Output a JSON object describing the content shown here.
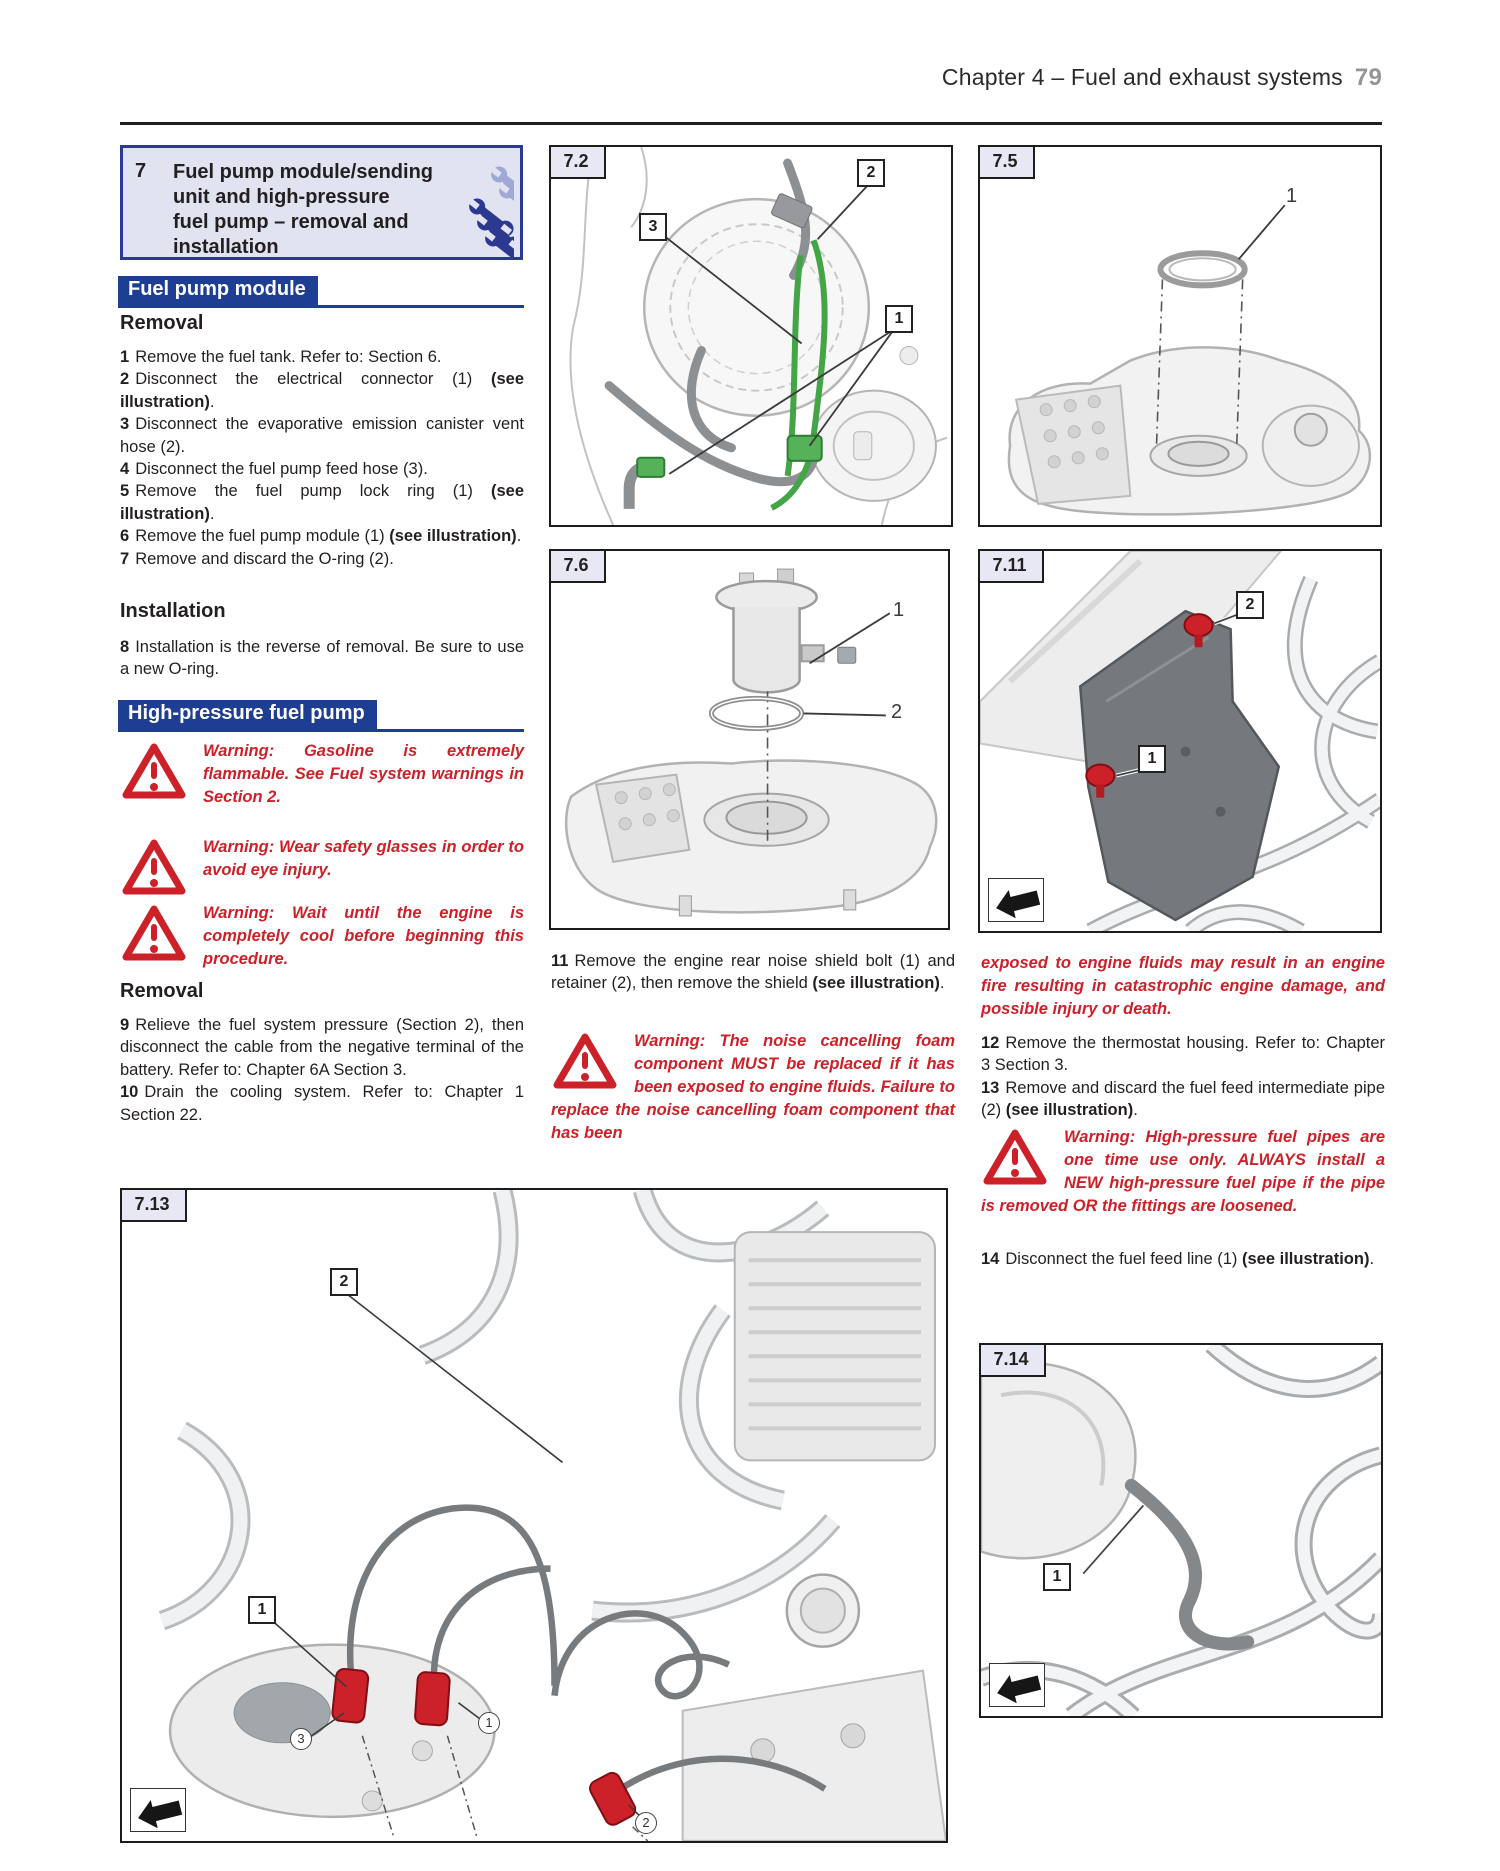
{
  "header": {
    "chapter_title": "Chapter 4 – Fuel and exhaust systems",
    "page_number": "79"
  },
  "section": {
    "number": "7",
    "title_lines": [
      "Fuel pump module/sending",
      "unit and high-pressure",
      "fuel pump – removal and",
      "installation"
    ]
  },
  "bars": {
    "fuel_pump_module": "Fuel pump module",
    "high_pressure_fuel_pump": "High-pressure fuel pump"
  },
  "headings": {
    "removal_1": "Removal",
    "installation": "Installation",
    "removal_2": "Removal"
  },
  "steps": {
    "s1": {
      "num": "1",
      "text": "Remove the fuel tank. Refer to: Section 6."
    },
    "s2": {
      "num": "2",
      "text": "Disconnect the electrical connector (1) ",
      "bold": "(see illustration)",
      "tail": "."
    },
    "s3": {
      "num": "3",
      "text": "Disconnect the evaporative emission canister vent hose (2)."
    },
    "s4": {
      "num": "4",
      "text": "Disconnect the fuel pump feed hose (3)."
    },
    "s5": {
      "num": "5",
      "text": "Remove the fuel pump lock ring (1) ",
      "bold": "(see illustration)",
      "tail": "."
    },
    "s6": {
      "num": "6",
      "text": "Remove the fuel pump module (1) ",
      "bold": "(see illustration)",
      "tail": "."
    },
    "s7": {
      "num": "7",
      "text": "Remove and discard the O-ring (2)."
    },
    "s8": {
      "num": "8",
      "text": "Installation is the reverse of removal. Be sure to use a new O-ring."
    },
    "s9": {
      "num": "9",
      "text": "Relieve the fuel system pressure (Section 2), then disconnect the cable from the negative terminal of the battery. Refer to: Chapter 6A Section 3."
    },
    "s10": {
      "num": "10",
      "text": "Drain the cooling system. Refer to: Chapter 1 Section 22."
    },
    "s11": {
      "num": "11",
      "text": "Remove the engine rear noise shield bolt (1) and retainer (2), then remove the shield ",
      "bold": "(see illustration)",
      "tail": "."
    },
    "s12": {
      "num": "12",
      "text": "Remove the thermostat housing. Refer to: Chapter 3 Section 3."
    },
    "s13": {
      "num": "13",
      "text": "Remove and discard the fuel feed intermediate pipe (2) ",
      "bold": "(see illustration)",
      "tail": "."
    },
    "s14": {
      "num": "14",
      "text": "Disconnect the fuel feed line (1) ",
      "bold": "(see illustration)",
      "tail": "."
    }
  },
  "warnings": {
    "gasoline": "Warning: Gasoline is extremely flammable. See Fuel system warnings in Section 2.",
    "safety_glasses": "Warning: Wear safety glasses in order to avoid eye injury.",
    "engine_cool": "Warning: Wait until the engine is completely cool before beginning this procedure.",
    "noise_foam": "Warning: The noise cancelling foam component MUST be replaced if it has been exposed to engine fluids. Failure to replace the noise cancelling foam component that has been",
    "noise_foam_continued": "exposed to engine fluids may result in an engine fire resulting in catastrophic engine damage, and possible injury or death.",
    "high_pressure_pipes": "Warning: High-pressure fuel pipes are one time use only. ALWAYS install a NEW high-pressure fuel pipe if the pipe is removed OR the fittings are loosened."
  },
  "figures": {
    "f7_2": {
      "label": "7.2",
      "callouts": [
        "2",
        "3",
        "1"
      ]
    },
    "f7_5": {
      "label": "7.5",
      "callouts": [
        "1"
      ]
    },
    "f7_6": {
      "label": "7.6",
      "callouts": [
        "1",
        "2"
      ]
    },
    "f7_11": {
      "label": "7.11",
      "callouts": [
        "2",
        "1"
      ]
    },
    "f7_13": {
      "label": "7.13",
      "callouts": [
        "2",
        "1",
        "3",
        "1",
        "2"
      ]
    },
    "f7_14": {
      "label": "7.14",
      "callouts": [
        "1"
      ]
    }
  },
  "colors": {
    "accent_blue": "#1e3e94",
    "warning_red": "#cc2128",
    "page_number_gray": "#939598"
  }
}
